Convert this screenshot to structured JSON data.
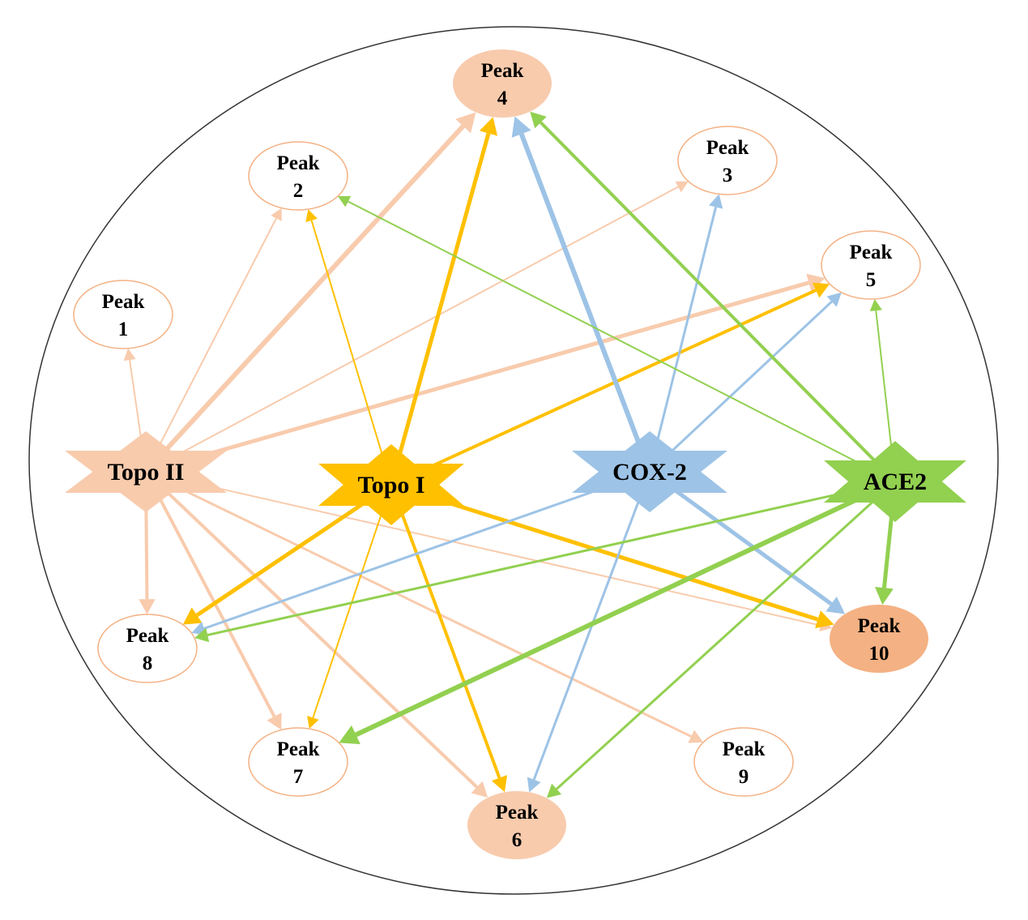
{
  "title": "Target–peak interaction network",
  "colors": {
    "topo2": "#f8cbad",
    "topo1": "#ffc000",
    "cox2": "#9dc3e6",
    "ace2": "#92d050",
    "peak_border": "#f4b183",
    "peak_fill_light": "#f8cbad",
    "peak_fill_dark": "#f4b183"
  },
  "targets": [
    {
      "id": "topo2",
      "label": "Topo II"
    },
    {
      "id": "topo1",
      "label": "Topo I"
    },
    {
      "id": "cox2",
      "label": "COX-2"
    },
    {
      "id": "ace2",
      "label": "ACE2"
    }
  ],
  "peaks": [
    {
      "id": "p1",
      "line1": "Peak",
      "line2": "1",
      "fill": "none"
    },
    {
      "id": "p2",
      "line1": "Peak",
      "line2": "2",
      "fill": "none"
    },
    {
      "id": "p3",
      "line1": "Peak",
      "line2": "3",
      "fill": "none"
    },
    {
      "id": "p4",
      "line1": "Peak",
      "line2": "4",
      "fill": "light"
    },
    {
      "id": "p5",
      "line1": "Peak",
      "line2": "5",
      "fill": "none"
    },
    {
      "id": "p6",
      "line1": "Peak",
      "line2": "6",
      "fill": "light"
    },
    {
      "id": "p7",
      "line1": "Peak",
      "line2": "7",
      "fill": "none"
    },
    {
      "id": "p8",
      "line1": "Peak",
      "line2": "8",
      "fill": "none"
    },
    {
      "id": "p9",
      "line1": "Peak",
      "line2": "9",
      "fill": "none"
    },
    {
      "id": "p10",
      "line1": "Peak",
      "line2": "10",
      "fill": "dark"
    }
  ],
  "edges": [
    {
      "from": "topo2",
      "to": "p1",
      "weight": 2
    },
    {
      "from": "topo2",
      "to": "p2",
      "weight": 2
    },
    {
      "from": "topo2",
      "to": "p3",
      "weight": 2
    },
    {
      "from": "topo2",
      "to": "p4",
      "weight": 6
    },
    {
      "from": "topo2",
      "to": "p5",
      "weight": 5
    },
    {
      "from": "topo2",
      "to": "p8",
      "weight": 4
    },
    {
      "from": "topo2",
      "to": "p7",
      "weight": 4
    },
    {
      "from": "topo2",
      "to": "p6",
      "weight": 4
    },
    {
      "from": "topo2",
      "to": "p9",
      "weight": 3
    },
    {
      "from": "topo2",
      "to": "p10",
      "weight": 2
    },
    {
      "from": "topo1",
      "to": "p2",
      "weight": 2
    },
    {
      "from": "topo1",
      "to": "p4",
      "weight": 5
    },
    {
      "from": "topo1",
      "to": "p5",
      "weight": 4
    },
    {
      "from": "topo1",
      "to": "p8",
      "weight": 5
    },
    {
      "from": "topo1",
      "to": "p7",
      "weight": 2
    },
    {
      "from": "topo1",
      "to": "p6",
      "weight": 4
    },
    {
      "from": "topo1",
      "to": "p10",
      "weight": 5
    },
    {
      "from": "cox2",
      "to": "p4",
      "weight": 6
    },
    {
      "from": "cox2",
      "to": "p3",
      "weight": 3
    },
    {
      "from": "cox2",
      "to": "p5",
      "weight": 3
    },
    {
      "from": "cox2",
      "to": "p8",
      "weight": 3
    },
    {
      "from": "cox2",
      "to": "p6",
      "weight": 3
    },
    {
      "from": "cox2",
      "to": "p10",
      "weight": 5
    },
    {
      "from": "ace2",
      "to": "p4",
      "weight": 4
    },
    {
      "from": "ace2",
      "to": "p2",
      "weight": 2
    },
    {
      "from": "ace2",
      "to": "p5",
      "weight": 2
    },
    {
      "from": "ace2",
      "to": "p8",
      "weight": 3
    },
    {
      "from": "ace2",
      "to": "p7",
      "weight": 6
    },
    {
      "from": "ace2",
      "to": "p6",
      "weight": 3
    },
    {
      "from": "ace2",
      "to": "p10",
      "weight": 5
    }
  ]
}
